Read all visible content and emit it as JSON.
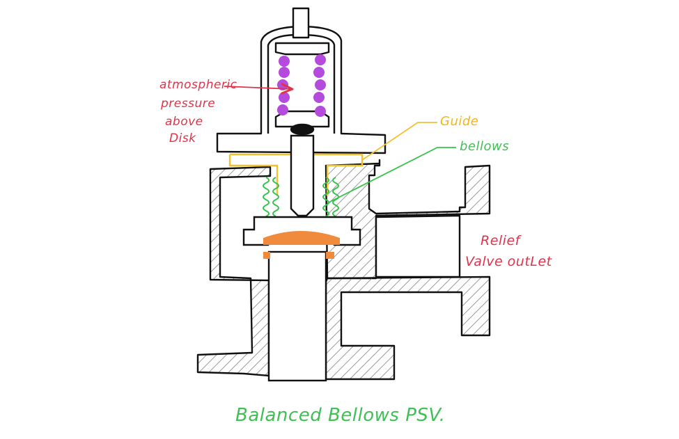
{
  "labels": {
    "atmospheric": [
      "atmospheric",
      "pressure",
      "above",
      "Disk"
    ],
    "guide": "Guide",
    "bellows": "bellows",
    "relief": [
      "Relief",
      "Valve outLet"
    ],
    "title": "Balanced Bellows PSV."
  },
  "colors": {
    "outline": "#111111",
    "hatch": "#9a9a9a",
    "spring": "#b44bdc",
    "guide": "#f2c12e",
    "bellows": "#34c24a",
    "disk": "#f08a3c",
    "label_red": "#e0334a",
    "label_yellow": "#f2b51a",
    "label_green": "#3fbf55"
  }
}
